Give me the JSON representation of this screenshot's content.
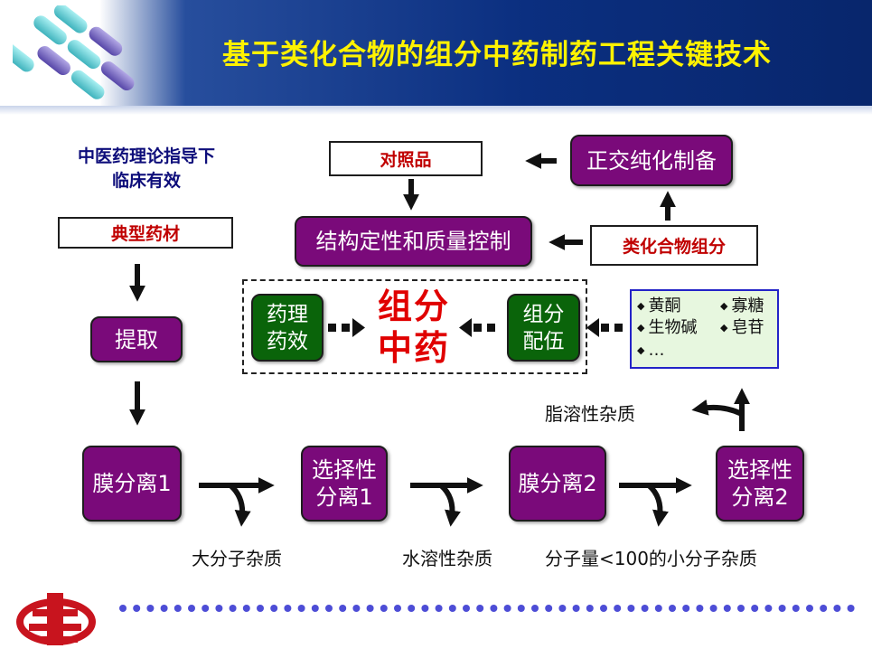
{
  "title": "基于类化合物的组分中药制药工程关键技术",
  "colors": {
    "purple_box": "#7a0a7a",
    "green_box": "#0a640a",
    "title": "#fff200",
    "header_blue": "#0b2f80",
    "red_text": "#c00000",
    "dots": "#4d4dd6"
  },
  "left": {
    "theory": "中医药理论指导下\n临床有效",
    "herb": "典型药材",
    "extract": "提取"
  },
  "top": {
    "reference": "对照品",
    "orthogonal": "正交纯化制备",
    "structure": "结构定性和质量控制",
    "class_components": "类化合物组分"
  },
  "middle": {
    "pharmacology": "药理\n药效",
    "center": "组分\n中药",
    "compatibility": "组分\n配伍",
    "compounds": {
      "col1": [
        "黄酮",
        "生物碱",
        "…"
      ],
      "col2": [
        "寡糖",
        "皂苷"
      ]
    }
  },
  "bottom": {
    "membrane1": "膜分离1",
    "selective1": "选择性\n分离1",
    "membrane2": "膜分离2",
    "selective2": "选择性\n分离2",
    "imp_large": "大分子杂质",
    "imp_water": "水溶性杂质",
    "imp_small": "分子量<100的小分子杂质",
    "imp_fat": "脂溶性杂质"
  },
  "icons": {
    "logo": "logo-icon",
    "capsules": "capsule-decoration-icon"
  }
}
